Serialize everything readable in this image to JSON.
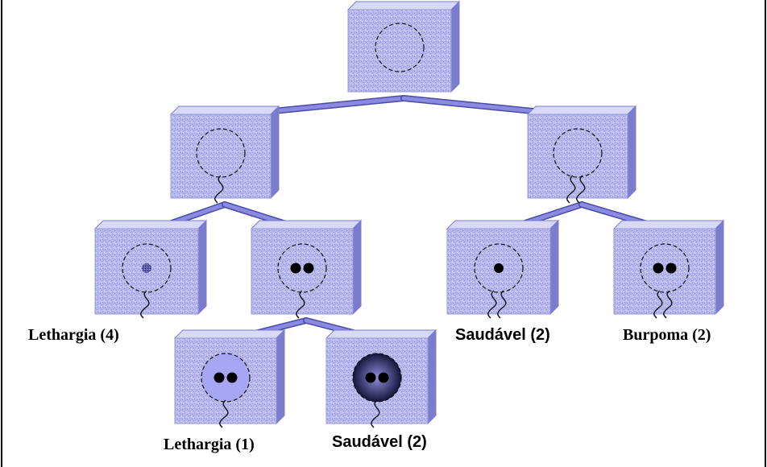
{
  "colors": {
    "box_face": "#b8b8ec",
    "box_side": "#7c7ccc",
    "box_top": "#d8d8f8",
    "connector": "#8a8ae0",
    "connector_edge": "#4b4ba8",
    "frame": "#000000",
    "dot": "#000000",
    "filled_circle": "#a6a6f4",
    "dark_circle_center": "#9090dc",
    "dark_circle_edge": "#15153a",
    "mottled_dot": "#5a5aa8"
  },
  "nodes": [
    {
      "id": "root",
      "dots": 0,
      "tails": 0,
      "circle_fill": "none"
    },
    {
      "id": "left",
      "dots": 0,
      "tails": 1,
      "circle_fill": "none"
    },
    {
      "id": "right",
      "dots": 0,
      "tails": 2,
      "circle_fill": "none"
    },
    {
      "id": "lethargia-4",
      "dots": 1,
      "dot_style": "mottled",
      "tails": 1,
      "circle_fill": "none",
      "label": "Lethargia (4)"
    },
    {
      "id": "two-dot",
      "dots": 2,
      "tails": 1,
      "circle_fill": "none"
    },
    {
      "id": "saudavel-2-right",
      "dots": 1,
      "tails": 2,
      "circle_fill": "none",
      "label": "Saudável (2)"
    },
    {
      "id": "burpoma-2",
      "dots": 2,
      "tails": 2,
      "circle_fill": "none",
      "label": "Burpoma (2)"
    },
    {
      "id": "lethargia-1",
      "dots": 2,
      "tails": 1,
      "circle_fill": "light",
      "label": "Lethargia (1)"
    },
    {
      "id": "saudavel-2-bottom",
      "dots": 2,
      "tails": 1,
      "circle_fill": "dark",
      "label": "Saudável (2)"
    }
  ],
  "edges": [
    [
      "root",
      "left"
    ],
    [
      "root",
      "right"
    ],
    [
      "left",
      "lethargia-4"
    ],
    [
      "left",
      "two-dot"
    ],
    [
      "right",
      "saudavel-2-right"
    ],
    [
      "right",
      "burpoma-2"
    ],
    [
      "two-dot",
      "lethargia-1"
    ],
    [
      "two-dot",
      "saudavel-2-bottom"
    ]
  ]
}
